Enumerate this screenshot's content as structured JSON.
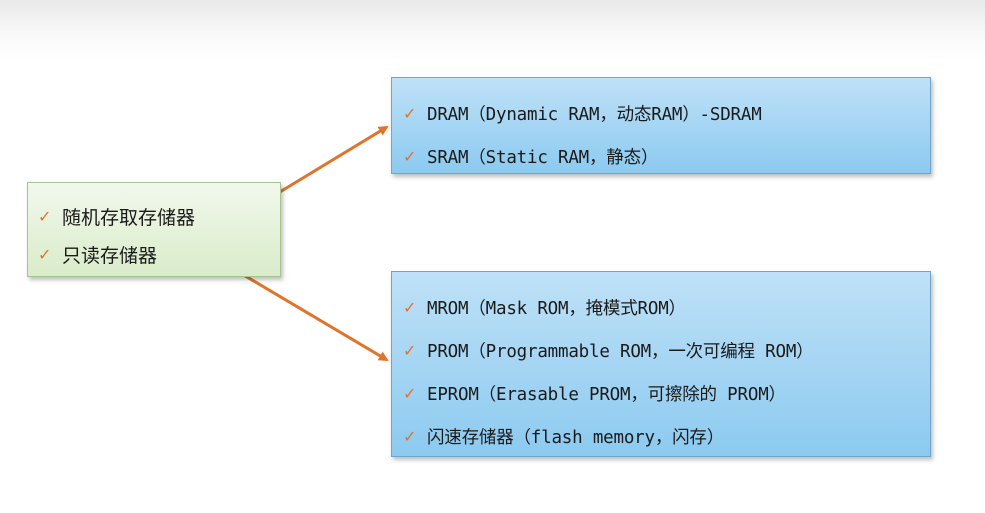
{
  "left_box": {
    "items": [
      "随机存取存储器",
      "只读存储器"
    ]
  },
  "ram_box": {
    "items": [
      "DRAM（Dynamic RAM，动态RAM）-SDRAM",
      "SRAM（Static RAM，静态）"
    ]
  },
  "rom_box": {
    "items": [
      "MROM（Mask ROM，掩模式ROM）",
      "PROM（Programmable ROM，一次可编程 ROM）",
      "EPROM（Erasable PROM，可擦除的 PROM）",
      "闪速存储器（flash memory，闪存）"
    ]
  },
  "colors": {
    "arrow": "#e0742a",
    "check": "#e0742a"
  },
  "icons": {
    "bullet": "check-icon",
    "connector": "arrow-icon"
  }
}
